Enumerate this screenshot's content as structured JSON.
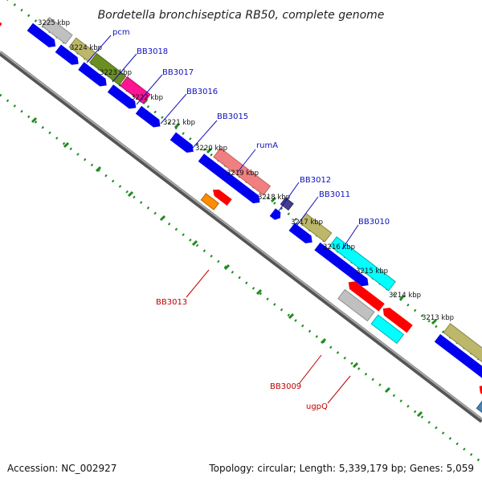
{
  "title": "Bordetella bronchiseptica RB50, complete genome",
  "footer": {
    "accession": "Accession: NC_002927",
    "topology": "Topology: circular; Length: 5,339,179 bp; Genes: 5,059"
  },
  "colors": {
    "backbone": "#808080",
    "dotted_track": "#1f8a1f",
    "forward_label": "#1010c0",
    "reverse_label": "#c00000"
  },
  "kbp_ticks": [
    "3225 kbp",
    "3224 kbp",
    "3223 kbp",
    "3222 kbp",
    "3221 kbp",
    "3220 kbp",
    "3219 kbp",
    "3218 kbp",
    "3217 kbp",
    "3216 kbp",
    "3215 kbp",
    "3214 kbp",
    "3213 kbp"
  ],
  "forward_gene_labels": [
    "pcm",
    "BB3018",
    "BB3017",
    "BB3016",
    "BB3015",
    "rumA",
    "BB3012",
    "BB3011",
    "BB3010"
  ],
  "reverse_gene_labels": [
    "BB3013",
    "BB3009",
    "ugpQ"
  ]
}
